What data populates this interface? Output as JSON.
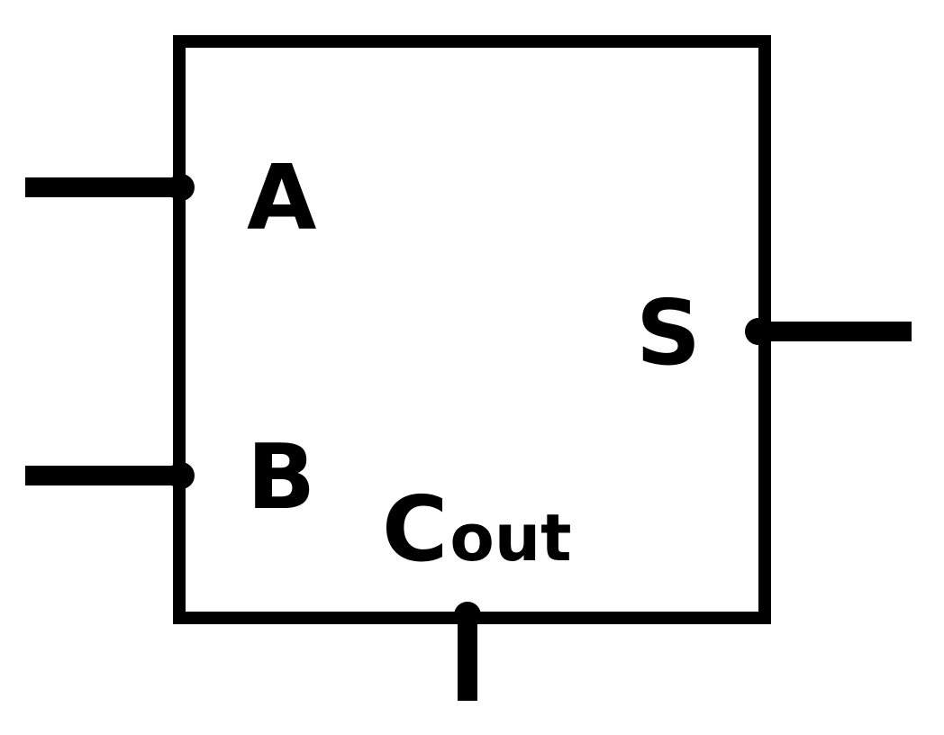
{
  "block": {
    "stroke_color": "#000000",
    "background_color": "#ffffff"
  },
  "ports": {
    "input_a": {
      "label": "A"
    },
    "input_b": {
      "label": "B"
    },
    "output_s": {
      "label": "S"
    },
    "output_cout": {
      "label_main": "C",
      "label_sub": "out"
    }
  }
}
